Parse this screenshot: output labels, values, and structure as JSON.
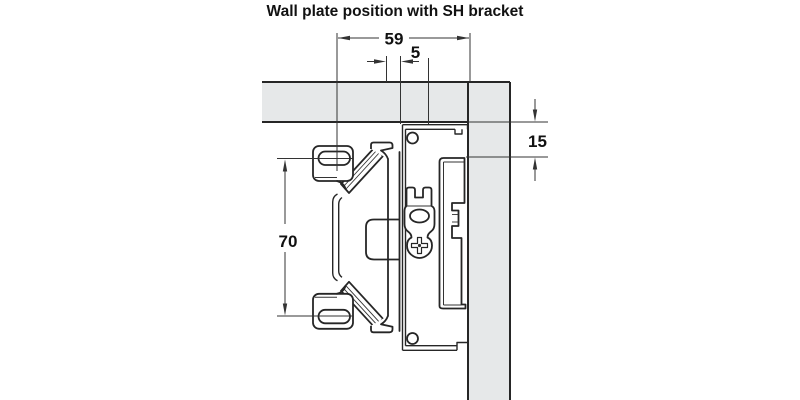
{
  "title": "Wall plate position with SH bracket",
  "dimensions": {
    "d59": "59",
    "d5": "5",
    "d15": "15",
    "d70": "70"
  },
  "colors": {
    "background": "#ffffff",
    "panel_fill": "#e6e8e9",
    "line": "#333333",
    "outline": "#262626"
  }
}
